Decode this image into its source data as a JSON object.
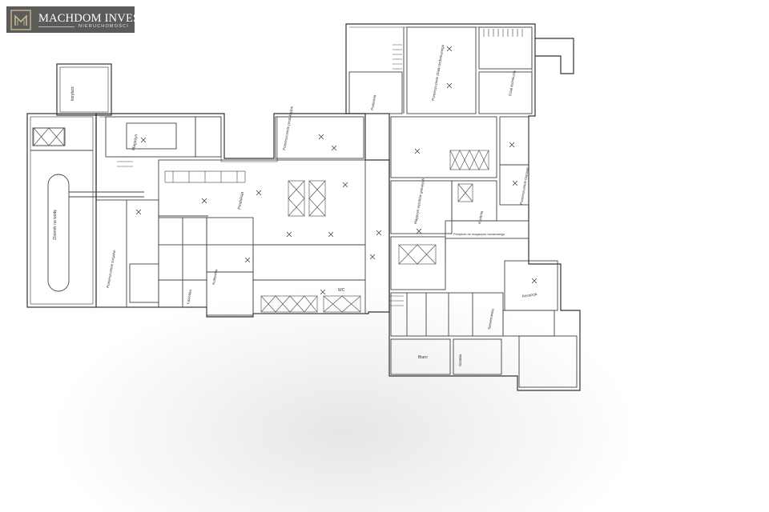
{
  "logo": {
    "name": "MACHDOM INVEST",
    "subtitle": "NIERUCHOMOŚCI",
    "gold": "#c9b78a",
    "background": "#5b5b5b"
  },
  "plan": {
    "line_color": "#333333",
    "labels": {
      "korytarz": "korytarz",
      "zbiornik": "Zbiornik na wodę",
      "produkcja": "Produkcja",
      "pomieszczenie_produkcyjne": "Pomieszczenie produkcyjne",
      "magazyn": "Magazyn",
      "biuro": "Biuro",
      "pomieszczenie_dzialu": "Pomieszczenie działu technicznego",
      "dzial_techniczny": "Dział techniczny",
      "szatnia": "Szatnia",
      "wc": "WC",
      "pomieszczenie_socjalne": "Pomieszczenie socjalne",
      "kotlownia": "Kotłownia",
      "portiernia": "Portiernia",
      "recepcja": "Recepcja",
      "magazyn_gotowy": "Magazyn wyrobów gotowych",
      "kuchnia": "Kuchnia",
      "przejscie": "Przejście do magazynu towarowego",
      "lazienka": "Łazienka",
      "pomieszczenie_biurowe": "Pomieszczenie biurowe",
      "serwerownia": "Serwerownia"
    }
  }
}
